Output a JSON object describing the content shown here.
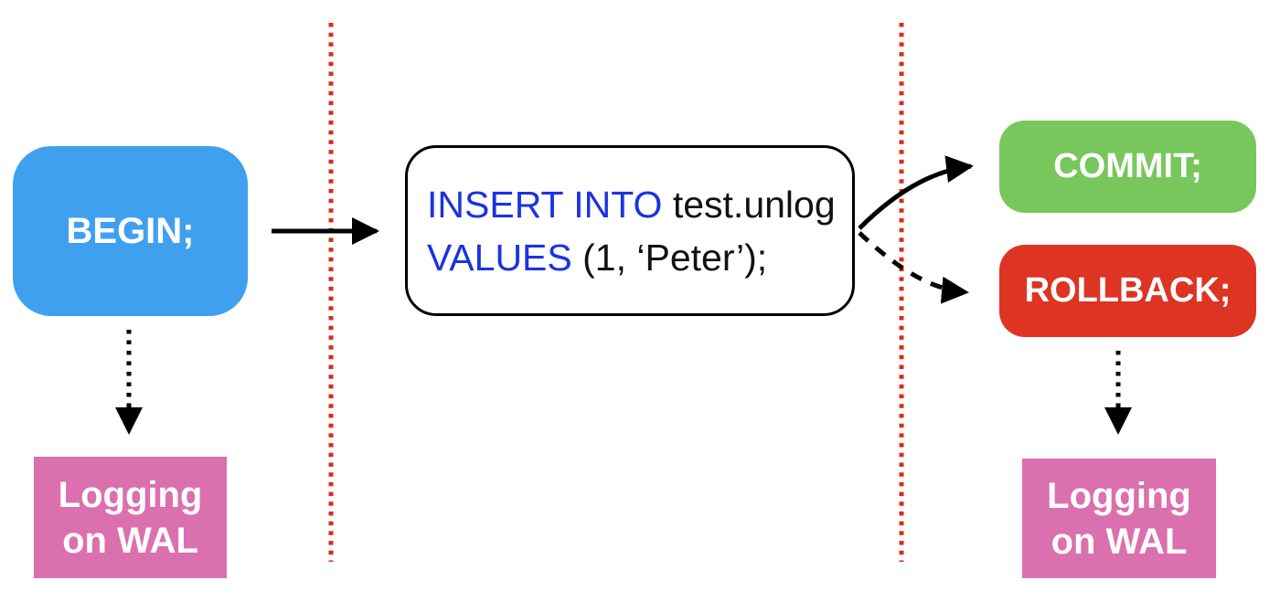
{
  "diagram": {
    "type": "flowchart",
    "topic": "transaction flow with WAL logging",
    "nodes": {
      "begin": {
        "label": "BEGIN;",
        "bg": "#3FA0F0",
        "text_color": "#FFFFFF"
      },
      "sql_statement": {
        "line1": {
          "keyword": "INSERT INTO",
          "rest": " test.unlog"
        },
        "line2": {
          "keyword": "VALUES",
          "rest": " (1, ‘Peter’);"
        },
        "keyword_color": "#1B33E0",
        "text_color": "#111111",
        "bg": "#FFFFFF",
        "border_color": "#000000"
      },
      "commit": {
        "label": "COMMIT;",
        "bg": "#77C75C",
        "text_color": "#FFFFFF"
      },
      "rollback": {
        "label": "ROLLBACK;",
        "bg": "#DD3423",
        "text_color": "#FFFFFF"
      },
      "wal_left": {
        "line1": "Logging",
        "line2": "on WAL",
        "bg": "#DB70AE",
        "text_color": "#FFFFFF"
      },
      "wal_right": {
        "line1": "Logging",
        "line2": "on WAL",
        "bg": "#DB70AE",
        "text_color": "#FFFFFF"
      }
    },
    "edges": [
      {
        "from": "begin",
        "to": "sql_statement",
        "style": "solid",
        "color": "#000000"
      },
      {
        "from": "begin",
        "to": "wal_left",
        "style": "dotted",
        "color": "#000000"
      },
      {
        "from": "sql_statement",
        "to": "commit",
        "style": "solid-curved",
        "color": "#000000"
      },
      {
        "from": "sql_statement",
        "to": "rollback",
        "style": "dashed-curved",
        "color": "#000000"
      },
      {
        "from": "rollback",
        "to": "wal_right",
        "style": "dotted",
        "color": "#000000"
      }
    ],
    "separators": {
      "style": "dotted",
      "color": "#E02815",
      "count": 2
    }
  }
}
